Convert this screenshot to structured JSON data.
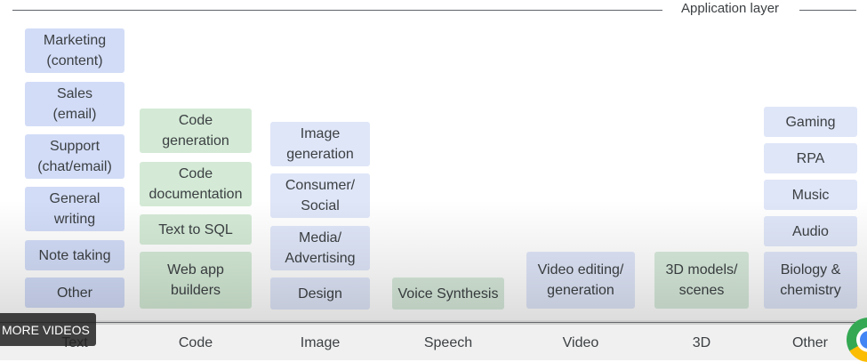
{
  "header": {
    "layer_label": "Application layer"
  },
  "colors": {
    "text_box": "#d2dcf7",
    "code_box": "#d4ead6",
    "image_box": "#dfe6f8",
    "speech_box": "#d7eadb",
    "video_box": "#dfe6f8",
    "threed_box": "#d7eadb",
    "other_box": "#dfe6f8"
  },
  "columns": [
    {
      "label": "Text",
      "color_key": "text_box",
      "items": [
        "Marketing\n(content)",
        "Sales\n(email)",
        "Support\n(chat/email)",
        "General\nwriting",
        "Note taking",
        "Other"
      ]
    },
    {
      "label": "Code",
      "color_key": "code_box",
      "items": [
        "Code\ngeneration",
        "Code\ndocumentation",
        "Text to SQL",
        "Web app\nbuilders"
      ]
    },
    {
      "label": "Image",
      "color_key": "image_box",
      "items": [
        "Image\ngeneration",
        "Consumer/\nSocial",
        "Media/\nAdvertising",
        "Design"
      ]
    },
    {
      "label": "Speech",
      "color_key": "speech_box",
      "items": [
        "Voice Synthesis"
      ]
    },
    {
      "label": "Video",
      "color_key": "video_box",
      "items": [
        "Video editing/\ngeneration"
      ]
    },
    {
      "label": "3D",
      "color_key": "threed_box",
      "items": [
        "3D models/\nscenes"
      ]
    },
    {
      "label": "Other",
      "color_key": "other_box",
      "items": [
        "Gaming",
        "RPA",
        "Music",
        "Audio",
        "Biology &\nchemistry"
      ]
    }
  ],
  "overlay": {
    "more_videos": "MORE VIDEOS"
  },
  "icons": {
    "logo": "google-logo-icon"
  }
}
